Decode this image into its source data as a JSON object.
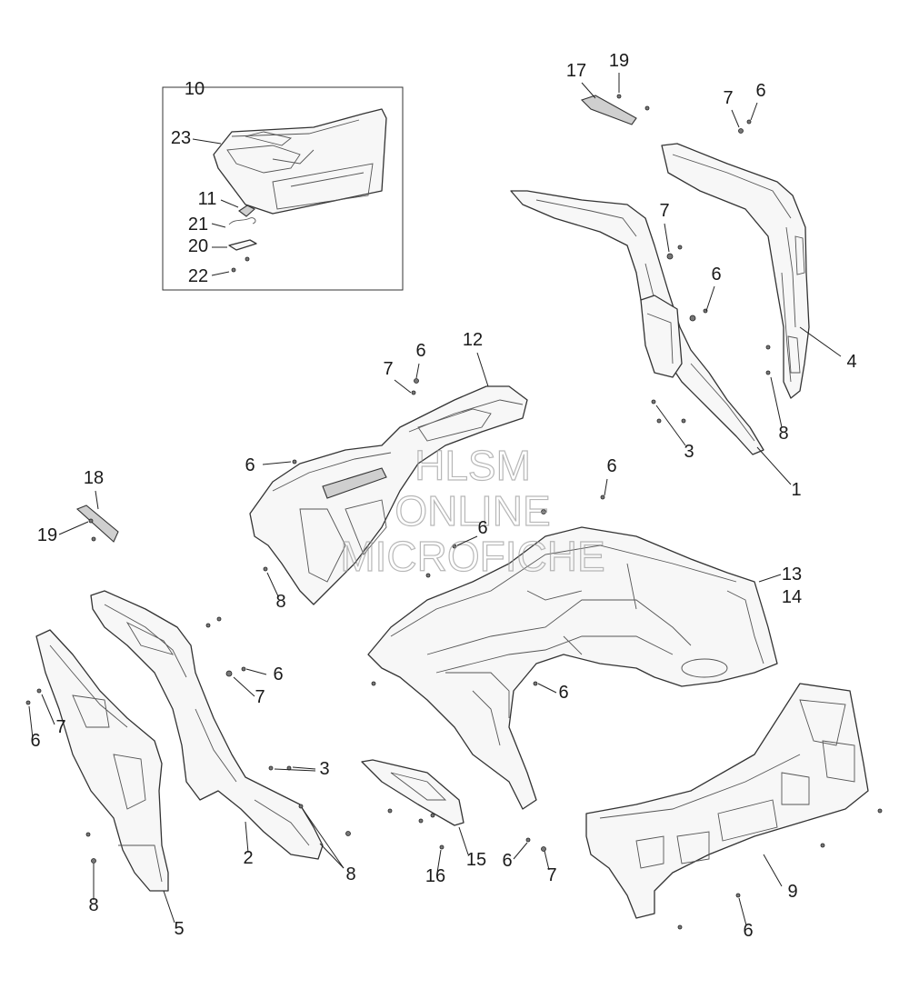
{
  "diagram": {
    "callouts": [
      {
        "id": "c10",
        "label": "10"
      },
      {
        "id": "c23",
        "label": "23"
      },
      {
        "id": "c11",
        "label": "11"
      },
      {
        "id": "c21",
        "label": "21"
      },
      {
        "id": "c20",
        "label": "20"
      },
      {
        "id": "c22",
        "label": "22"
      },
      {
        "id": "c17",
        "label": "17"
      },
      {
        "id": "c19a",
        "label": "19"
      },
      {
        "id": "c7a",
        "label": "7"
      },
      {
        "id": "c6a",
        "label": "6"
      },
      {
        "id": "c7b",
        "label": "7"
      },
      {
        "id": "c6b",
        "label": "6"
      },
      {
        "id": "c4",
        "label": "4"
      },
      {
        "id": "c8a",
        "label": "8"
      },
      {
        "id": "c3a",
        "label": "3"
      },
      {
        "id": "c1",
        "label": "1"
      },
      {
        "id": "c12",
        "label": "12"
      },
      {
        "id": "c7c",
        "label": "7"
      },
      {
        "id": "c6c",
        "label": "6"
      },
      {
        "id": "c6d",
        "label": "6"
      },
      {
        "id": "c6e",
        "label": "6"
      },
      {
        "id": "c6f",
        "label": "6"
      },
      {
        "id": "c8b",
        "label": "8"
      },
      {
        "id": "c18",
        "label": "18"
      },
      {
        "id": "c19b",
        "label": "19"
      },
      {
        "id": "c13",
        "label": "13"
      },
      {
        "id": "c14",
        "label": "14"
      },
      {
        "id": "c6g",
        "label": "6"
      },
      {
        "id": "c7d",
        "label": "7"
      },
      {
        "id": "c6h",
        "label": "6"
      },
      {
        "id": "c7e",
        "label": "7"
      },
      {
        "id": "c6i",
        "label": "6"
      },
      {
        "id": "c3b",
        "label": "3"
      },
      {
        "id": "c2",
        "label": "2"
      },
      {
        "id": "c8c",
        "label": "8"
      },
      {
        "id": "c8d",
        "label": "8"
      },
      {
        "id": "c5",
        "label": "5"
      },
      {
        "id": "c15",
        "label": "15"
      },
      {
        "id": "c16",
        "label": "16"
      },
      {
        "id": "c6j",
        "label": "6"
      },
      {
        "id": "c7f",
        "label": "7"
      },
      {
        "id": "c9",
        "label": "9"
      },
      {
        "id": "c6k",
        "label": "6"
      }
    ],
    "watermark": [
      "HLSM",
      "ONLINE",
      "MICROFICHE"
    ]
  }
}
